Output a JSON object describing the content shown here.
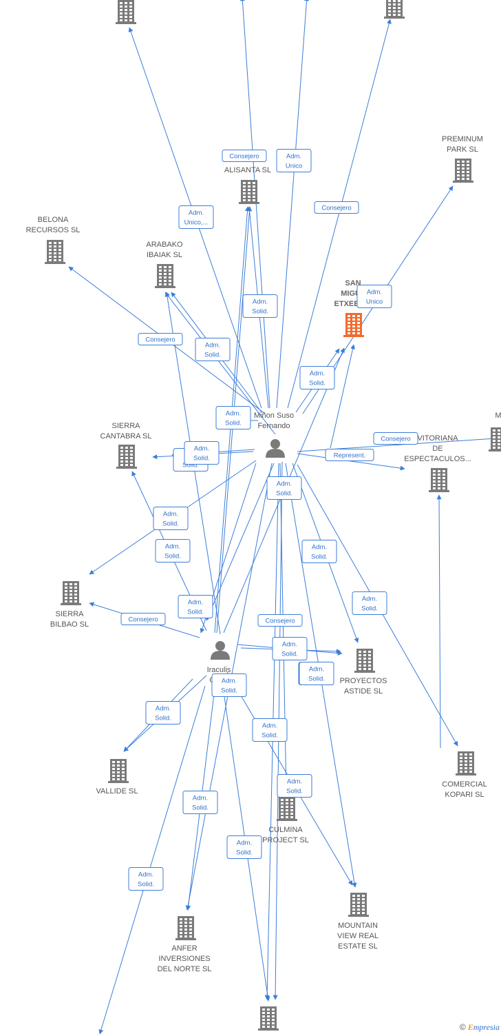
{
  "colors": {
    "edge": "#3b7dd8",
    "building": "#7a7a7a",
    "focus": "#f26a2e",
    "person": "#7a7a7a"
  },
  "people": [
    {
      "id": "p1",
      "label": [
        "Miñon Suso",
        "Fernando"
      ]
    },
    {
      "id": "p2",
      "label": [
        "Iraculis",
        "Garm",
        "An"
      ]
    }
  ],
  "companies": [
    {
      "id": "c_top1",
      "label": []
    },
    {
      "id": "c_top2",
      "label": []
    },
    {
      "id": "alisanta",
      "label": [
        "ALISANTA SL"
      ]
    },
    {
      "id": "preminum",
      "label": [
        "PREMINUM",
        "PARK SL"
      ]
    },
    {
      "id": "belona",
      "label": [
        "BELONA",
        "RECURSOS SL"
      ]
    },
    {
      "id": "arabako",
      "label": [
        "ARABAKO",
        "IBAIAK SL"
      ]
    },
    {
      "id": "sanmiguel",
      "label": [
        "SAN",
        "MIGUL",
        "ETXEBERI"
      ],
      "focus": true
    },
    {
      "id": "sierracant",
      "label": [
        "SIERRA",
        "CANTABRA SL"
      ]
    },
    {
      "id": "vitoriana",
      "label": [
        "VITORIANA",
        "DE",
        "ESPECTACULOS..."
      ]
    },
    {
      "id": "m_right",
      "label": [
        "M"
      ]
    },
    {
      "id": "sierrabil",
      "label": [
        "SIERRA",
        "BILBAO SL"
      ]
    },
    {
      "id": "proyectos",
      "label": [
        "PROYECTOS",
        "ASTIDE SL"
      ]
    },
    {
      "id": "comercial",
      "label": [
        "COMERCIAL",
        "KOPARI SL"
      ]
    },
    {
      "id": "vallide",
      "label": [
        "VALLIDE SL"
      ]
    },
    {
      "id": "culmina",
      "label": [
        "CULMINA",
        "PROJECT SL"
      ]
    },
    {
      "id": "mountain",
      "label": [
        "MOUNTAIN",
        "VIEW REAL",
        "ESTATE SL"
      ]
    },
    {
      "id": "anfer",
      "label": [
        "ANFER",
        "INVERSIONES",
        "DEL NORTE  SL"
      ]
    },
    {
      "id": "c_bottom",
      "label": []
    }
  ],
  "relations": [
    [
      "Consejero"
    ],
    [
      "Adm.",
      "Unico"
    ],
    [
      "Adm.",
      "Unico,..."
    ],
    [
      "Consejero"
    ],
    [
      "Adm.",
      "Solid."
    ],
    [
      "Adm.",
      "Unico"
    ],
    [
      "Consejero"
    ],
    [
      "Adm.",
      "Solid."
    ],
    [
      "Adm.",
      "Solid."
    ],
    [
      "Adm.",
      "Solid."
    ],
    [
      "Consejero"
    ],
    [
      "Represent."
    ],
    [
      "A",
      "Solid."
    ],
    [
      "Adm.",
      "Solid."
    ],
    [
      "Adm.",
      "Solid."
    ],
    [
      "Adm.",
      "Solid."
    ],
    [
      "Adm.",
      "Solid."
    ],
    [
      "Adm.",
      "Solid."
    ],
    [
      "Adm.",
      "Solid."
    ],
    [
      "Adm.",
      "Unico"
    ],
    [
      "Consejero"
    ],
    [
      "Adm.",
      "Solid."
    ],
    [
      "Consejero"
    ],
    [
      "Adm.",
      "Solid."
    ],
    [
      "Adm.",
      "Solid."
    ],
    [
      "Adm.",
      "Solid."
    ],
    [
      "Adm.",
      "Solid."
    ],
    [
      "Adm.",
      "Solid."
    ],
    [
      "Adm.",
      "Solid."
    ],
    [
      "Adm.",
      "Solid."
    ],
    [
      "Adm.",
      "Solid."
    ],
    [
      "Adm.",
      "Solid."
    ]
  ],
  "footer": {
    "copyright": "©",
    "brand_initial": "E",
    "brand_rest": "mpresia"
  }
}
